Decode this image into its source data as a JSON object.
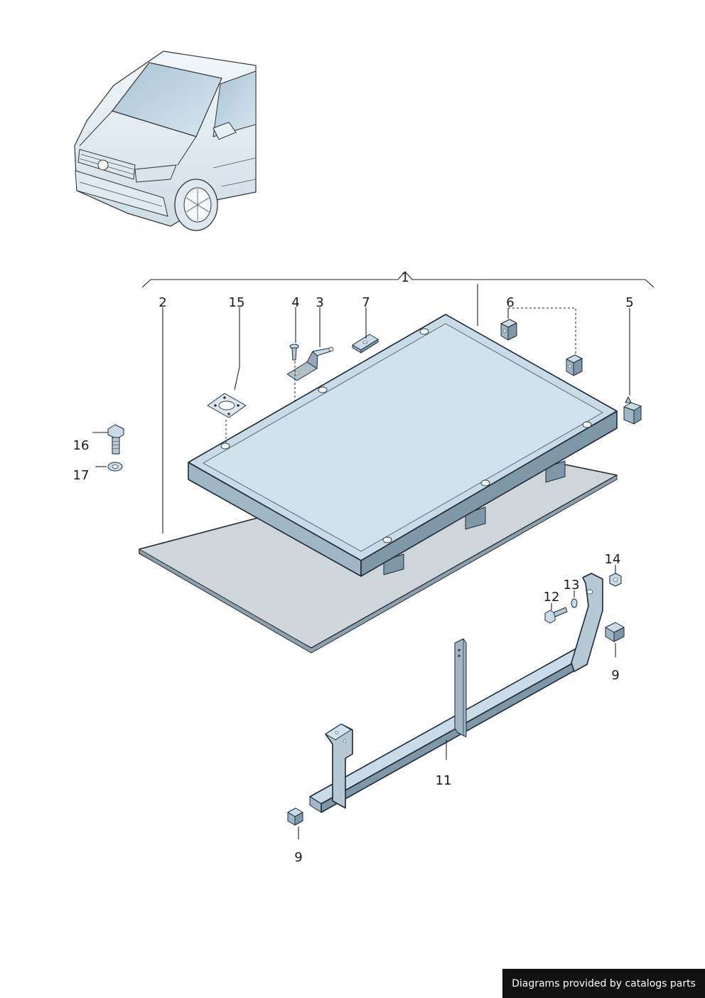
{
  "callouts": {
    "c1": "1",
    "c2": "2",
    "c3": "3",
    "c4": "4",
    "c5": "5",
    "c6": "6",
    "c7": "7",
    "c9a": "9",
    "c9b": "9",
    "c11": "11",
    "c12": "12",
    "c13": "13",
    "c14": "14",
    "c15": "15",
    "c16": "16",
    "c17": "17"
  },
  "footer": {
    "credit": "Diagrams provided by catalogs parts"
  },
  "colors": {
    "panel_top": "#c9dbe6",
    "panel_side": "#9fb6c4",
    "panel_dark": "#7f98a8",
    "sheet": "#cfd6da",
    "line": "#1e2a35",
    "credit_bg": "#111111"
  }
}
